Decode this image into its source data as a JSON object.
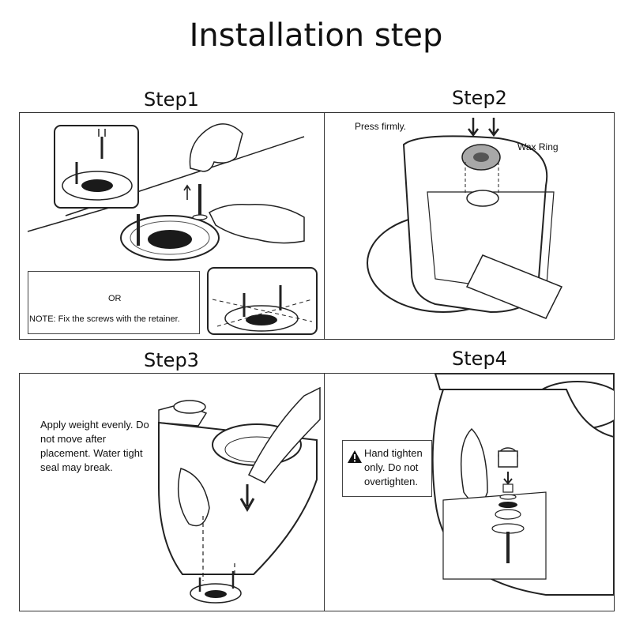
{
  "title": "Installation step",
  "steps": [
    {
      "label": "Step1",
      "note": "NOTE: Fix the screws with the retainer.",
      "or": "OR"
    },
    {
      "label": "Step2",
      "instruction": "Press firmly.",
      "callout": "Wax Ring"
    },
    {
      "label": "Step3",
      "instruction": "Apply weight evenly. Do not move after placement. Water tight seal may break."
    },
    {
      "label": "Step4",
      "warning": "Hand tighten only. Do not overtighten."
    }
  ],
  "colors": {
    "line": "#222222",
    "dark": "#1a1a1a",
    "retainer_bronze": "#8a6a3a",
    "retainer_white": "#e8ecef"
  }
}
